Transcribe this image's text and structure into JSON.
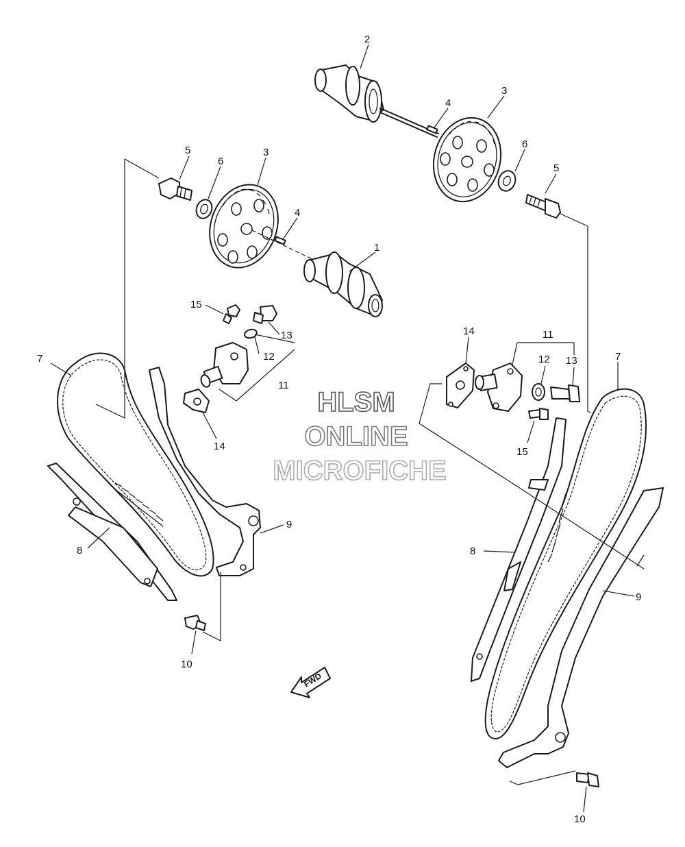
{
  "watermark": {
    "line1": "HLSM",
    "line2": "ONLINE",
    "line3": "MICROFICHE",
    "color1": "#555555",
    "color2": "#777777",
    "color3": "#aaaaaa"
  },
  "direction_arrow": {
    "label": "FWD"
  },
  "callouts": {
    "c1": "1",
    "c2": "2",
    "c3a": "3",
    "c3b": "3",
    "c4a": "4",
    "c4b": "4",
    "c5a": "5",
    "c5b": "5",
    "c6a": "6",
    "c6b": "6",
    "c7a": "7",
    "c7b": "7",
    "c8a": "8",
    "c8b": "8",
    "c9a": "9",
    "c9b": "9",
    "c10a": "10",
    "c10b": "10",
    "c11a": "11",
    "c11b": "11",
    "c12a": "12",
    "c12b": "12",
    "c13a": "13",
    "c13b": "13",
    "c14a": "14",
    "c14b": "14",
    "c15a": "15",
    "c15b": "15"
  }
}
